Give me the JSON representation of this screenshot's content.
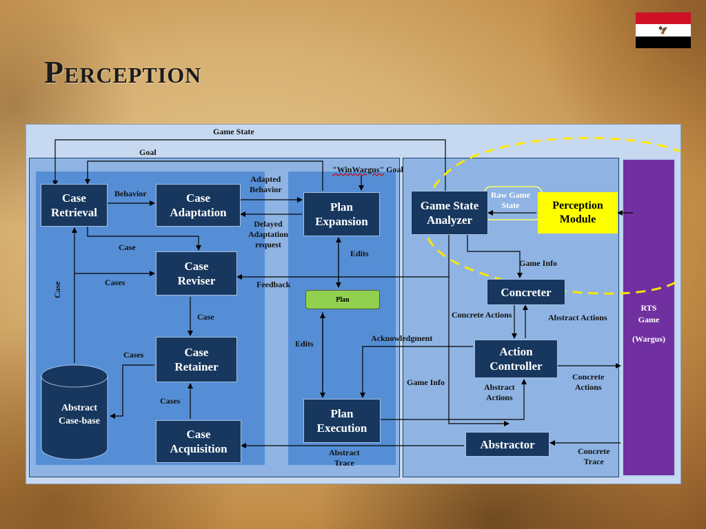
{
  "title": "Perception",
  "flag": {
    "name": "egypt-flag",
    "colors": [
      "#ce1126",
      "#ffffff",
      "#000000"
    ]
  },
  "diagram": {
    "boxes": {
      "case_retrieval": "Case\nRetrieval",
      "case_adaptation": "Case\nAdaptation",
      "plan_expansion": "Plan\nExpansion",
      "case_reviser": "Case\nReviser",
      "case_retainer": "Case\nRetainer",
      "case_acquisition": "Case\nAcquisition",
      "plan_execution": "Plan\nExecution",
      "plan": "Plan",
      "abstract_case_base": "Abstract\nCase-base",
      "game_state_analyzer": "Game State\nAnalyzer",
      "perception_module": "Perception\nModule",
      "concreter": "Concreter",
      "action_controller": "Action\nController",
      "abstractor": "Abstractor",
      "rts_game": "RTS\nGame",
      "wargus": "(Wargus)"
    },
    "labels": {
      "game_state": "Game State",
      "goal": "Goal",
      "winwargus_goal_quote": "\"WinWargus\"",
      "winwargus_goal_word": "Goal",
      "behavior": "Behavior",
      "adapted_behavior": "Adapted\nBehavior",
      "delayed_adaptation": "Delayed\nAdaptation\nrequest",
      "case_1": "Case",
      "cases_1": "Cases",
      "feedback": "Feedback",
      "case_2": "Case",
      "cases_2": "Cases",
      "cases_3": "Cases",
      "case_vertical": "Case",
      "edits_1": "Edits",
      "edits_2": "Edits",
      "acknowledgment": "Acknowledgment",
      "abstract_trace": "Abstract\nTrace",
      "raw_game_state": "Raw Game\nState",
      "game_info_1": "Game Info",
      "game_info_2": "Game Info",
      "concrete_actions_1": "Concrete Actions",
      "abstract_actions_1": "Abstract Actions",
      "abstract_actions_2": "Abstract\nActions",
      "concrete_actions_2": "Concrete\nActions",
      "concrete_trace": "Concrete\nTrace"
    },
    "colors": {
      "box": "#17375e",
      "panel_outer": "#8fb4e3",
      "panel_inner": "#558ed5",
      "rts": "#7030a0",
      "perception": "#ffff00",
      "plan": "#92d050",
      "highlight_dash": "#ffe600"
    }
  }
}
